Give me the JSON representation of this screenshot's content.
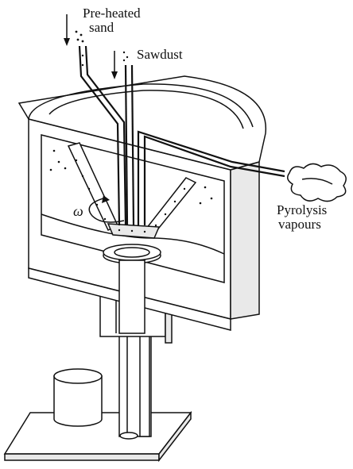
{
  "labels": {
    "preheated_sand": [
      "Pre-heated",
      "sand"
    ],
    "sawdust": "Sawdust",
    "pyrolysis_vapours": [
      "Pyrolysis",
      "vapours"
    ],
    "omega": "ω"
  },
  "colors": {
    "ink": "#111111",
    "background": "#ffffff",
    "shading": "#e9e9e9"
  }
}
